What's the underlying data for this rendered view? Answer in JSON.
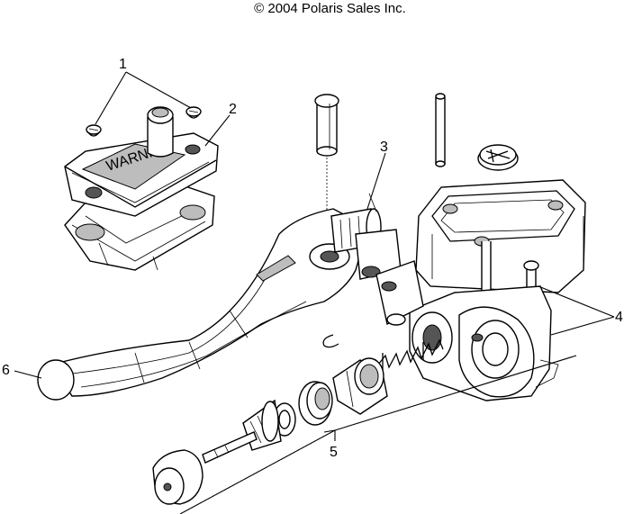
{
  "copyright": "© 2004 Polaris Sales Inc.",
  "callouts": [
    {
      "id": "1",
      "label": "1"
    },
    {
      "id": "2",
      "label": "2"
    },
    {
      "id": "3",
      "label": "3"
    },
    {
      "id": "4",
      "label": "4"
    },
    {
      "id": "5",
      "label": "5"
    },
    {
      "id": "6",
      "label": "6"
    }
  ],
  "cover_label": "WARNING"
}
